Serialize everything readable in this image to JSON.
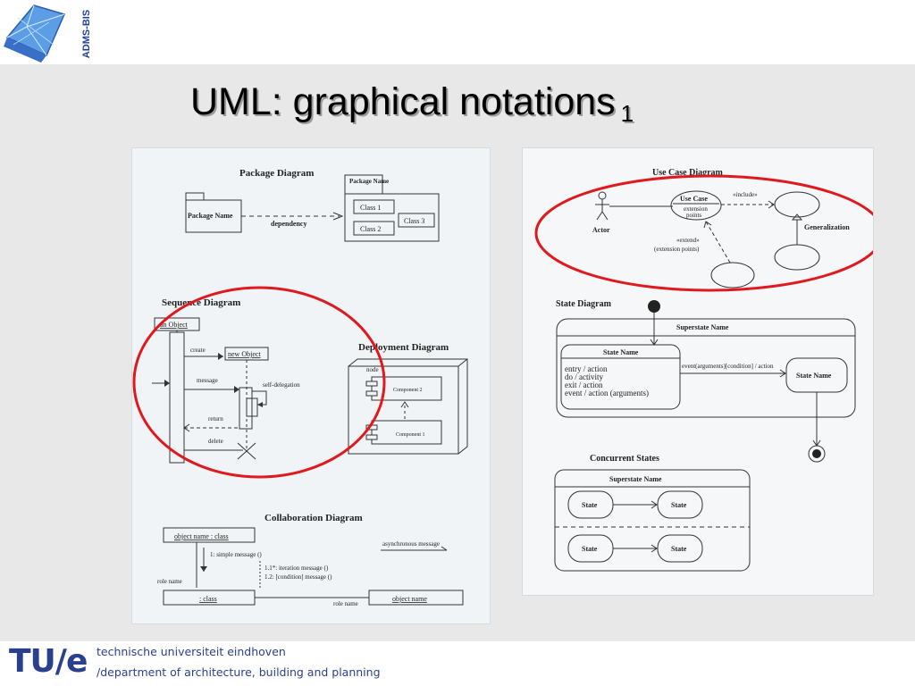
{
  "header": {
    "logo_text": "ADMS-BIS"
  },
  "slide": {
    "title": "UML: graphical notations",
    "title_sub": "1"
  },
  "left_panel": {
    "package": {
      "title": "Package Diagram",
      "package_name": "Package Name",
      "dependency": "dependency",
      "package_label": "Package Name",
      "class1": "Class 1",
      "class2": "Class 2",
      "class3": "Class 3"
    },
    "sequence": {
      "title": "Sequence Diagram",
      "an_object": "an Object",
      "new_object": "new Object",
      "create": "create",
      "message": "message",
      "self_delegation": "self-delegation",
      "return": "return",
      "delete": "delete"
    },
    "deployment": {
      "title": "Deployment Diagram",
      "node": "node",
      "component2": "Component 2",
      "component1": "Component 1"
    },
    "collaboration": {
      "title": "Collaboration Diagram",
      "object_class": "object name : class",
      "simple_message": "1: simple message ()",
      "async_message": "asynchronous message",
      "iteration": "1.1*: iteration message ()",
      "condition": "1.2: [condition] message ()",
      "role_name1": "role name",
      "role_name2": "role name",
      "class": ": class",
      "object_name": "object name"
    }
  },
  "right_panel": {
    "usecase": {
      "title": "Use Case Diagram",
      "use_case": "Use Case",
      "extension": "extension",
      "points": "points",
      "include": "«include»",
      "actor": "Actor",
      "generalization": "Generalization",
      "extend": "«extend»",
      "extension_points": "(extension points)"
    },
    "state": {
      "title": "State Diagram",
      "superstate_name": "Superstate Name",
      "state_name": "State Name",
      "entry": "entry / action",
      "do": "do / activity",
      "exit": "exit / action",
      "event": "event / action (arguments)",
      "transition": "event(arguments)[condition] / action",
      "state_name2": "State Name"
    },
    "concurrent": {
      "title": "Concurrent States",
      "superstate_name": "Superstate Name",
      "state": "State"
    }
  },
  "footer": {
    "tue": "TU/e",
    "university": "technische universiteit eindhoven",
    "department": "/department of architecture, building and planning"
  },
  "colors": {
    "highlight_circle": "#e0191e",
    "brand_blue": "#2b3f8f"
  }
}
